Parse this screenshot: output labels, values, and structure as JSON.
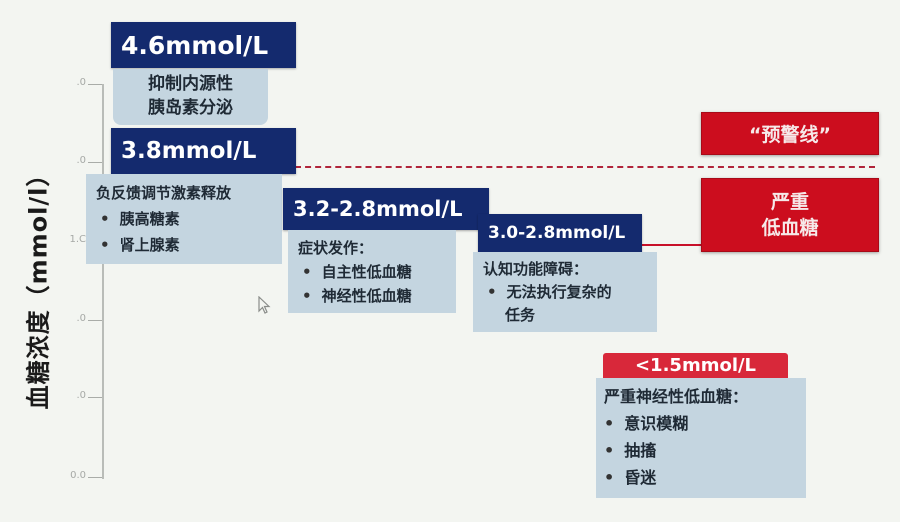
{
  "axis": {
    "title": "血糖浓度（mmol/l）",
    "ticks": [
      ".0",
      ".0",
      "1.C",
      ".0",
      ".0",
      ".0",
      "0.0"
    ]
  },
  "levels": [
    {
      "header": "4.6mmol/L",
      "lines": [
        "抑制内源性",
        "胰岛素分泌"
      ]
    },
    {
      "header": "3.8mmol/L",
      "title": "负反馈调节激素释放",
      "bullets": [
        "胰高糖素",
        "肾上腺素"
      ]
    },
    {
      "header": "3.2-2.8mmol/L",
      "title": "症状发作：",
      "bullets": [
        "自主性低血糖",
        "神经性低血糖"
      ]
    },
    {
      "header": "3.0-2.8mmol/L",
      "title": "认知功能障碍：",
      "bullets": [
        "无法执行复杂的"
      ],
      "continuation": "任务"
    },
    {
      "header": "<1.5mmol/L",
      "title": "严重神经性低血糖：",
      "bullets": [
        "意识模糊",
        "抽搐",
        "昏迷"
      ]
    }
  ],
  "labels": {
    "warning_line": "“预警线”",
    "severe_line1": "严重",
    "severe_line2": "低血糖"
  },
  "colors": {
    "navy": "#142a6e",
    "panel": "#c4d5e0",
    "red": "#cc0d1e",
    "background": "#f3f5f1"
  }
}
